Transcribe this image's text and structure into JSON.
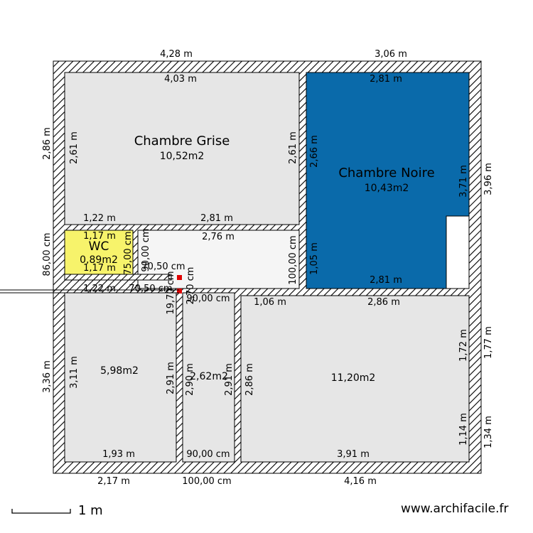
{
  "rooms": {
    "chambre_grise": {
      "name": "Chambre Grise",
      "area": "10,52m2",
      "color": "#e6e6e6"
    },
    "chambre_noire": {
      "name": "Chambre Noire",
      "area": "10,43m2",
      "color": "#0a6aaa"
    },
    "wc": {
      "name": "WC",
      "area": "0,89m2",
      "color": "#f7f36b"
    },
    "room_sw": {
      "area": "5,98m2",
      "color": "#e6e6e6"
    },
    "room_mid": {
      "area": "2,62m2",
      "color": "#e6e6e6"
    },
    "room_se": {
      "area": "11,20m2",
      "color": "#e6e6e6"
    },
    "hall": {
      "color": "#f5f5f5"
    }
  },
  "dims": {
    "top_left": "4,28 m",
    "top_right": "3,06 m",
    "grise_top": "4,03 m",
    "noire_top": "2,81 m",
    "left_outer_top": "2,86 m",
    "grise_left": "2,61 m",
    "grise_right": "2,61 m",
    "noire_left": "2,66 m",
    "noire_right": "3,71 m",
    "right_outer_top": "3,96 m",
    "grise_bottom_left": "1,22 m",
    "grise_bottom_right": "2,81 m",
    "wc_top": "1,17 m",
    "hall_top": "2,76 m",
    "left_86": "86,00 cm",
    "wc_bottom": "1,17 m",
    "wc_right": "75,00 cm",
    "hall_left": "90,00 cm",
    "hall_right": "100,00 cm",
    "noire_105": "1,05 m",
    "noire_bottom": "2,81 m",
    "dim_70_50_a": "70,50 cm",
    "dim_270": "2,70 cm",
    "dim_122": "1,22 m",
    "dim_70_50_b": "70,50 cm",
    "dim_19_70": "19,70 cm",
    "dim_90_mid": "90,00 cm",
    "se_106": "1,06 m",
    "se_top": "2,86 m",
    "right_172": "1,72 m",
    "right_177": "1,77 m",
    "left_outer_bottom": "3,36 m",
    "sw_left": "3,11 m",
    "sw_right": "2,91 m",
    "mid_left": "2,90 m",
    "mid_right": "2,91 m",
    "se_left": "2,86 m",
    "right_114": "1,14 m",
    "right_134": "1,34 m",
    "sw_bottom": "1,93 m",
    "mid_bottom": "90,00 cm",
    "se_bottom": "3,91 m",
    "bottom_left": "2,17 m",
    "bottom_mid": "100,00 cm",
    "bottom_right": "4,16 m"
  },
  "scale": {
    "label": "1 m"
  },
  "watermark": "www.archifacile.fr"
}
